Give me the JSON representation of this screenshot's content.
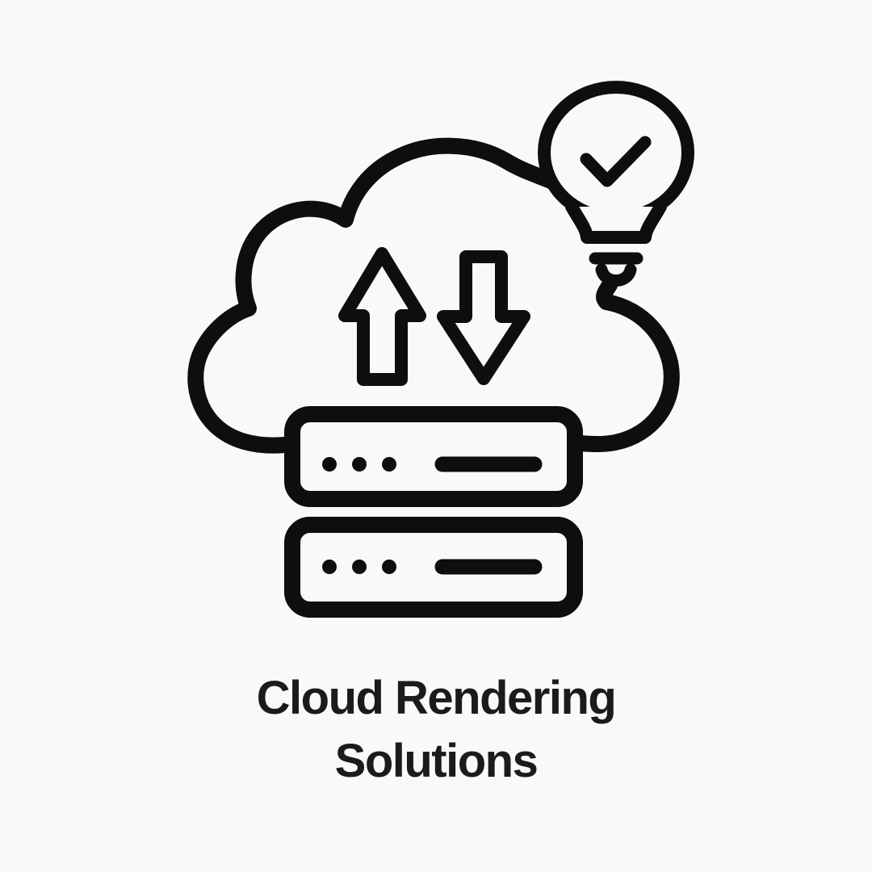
{
  "page": {
    "background_color": "#fbf9f8"
  },
  "illustration": {
    "name": "cloud-rendering-illustration",
    "stroke_color": "#0e0e0e",
    "parts": [
      "cloud-icon",
      "upload-arrow-icon",
      "download-arrow-icon",
      "lightbulb-check-icon",
      "server-stack-icon"
    ]
  },
  "caption": {
    "line1": "Cloud Rendering",
    "line2": "Solutions",
    "color": "#1b1b1b"
  }
}
